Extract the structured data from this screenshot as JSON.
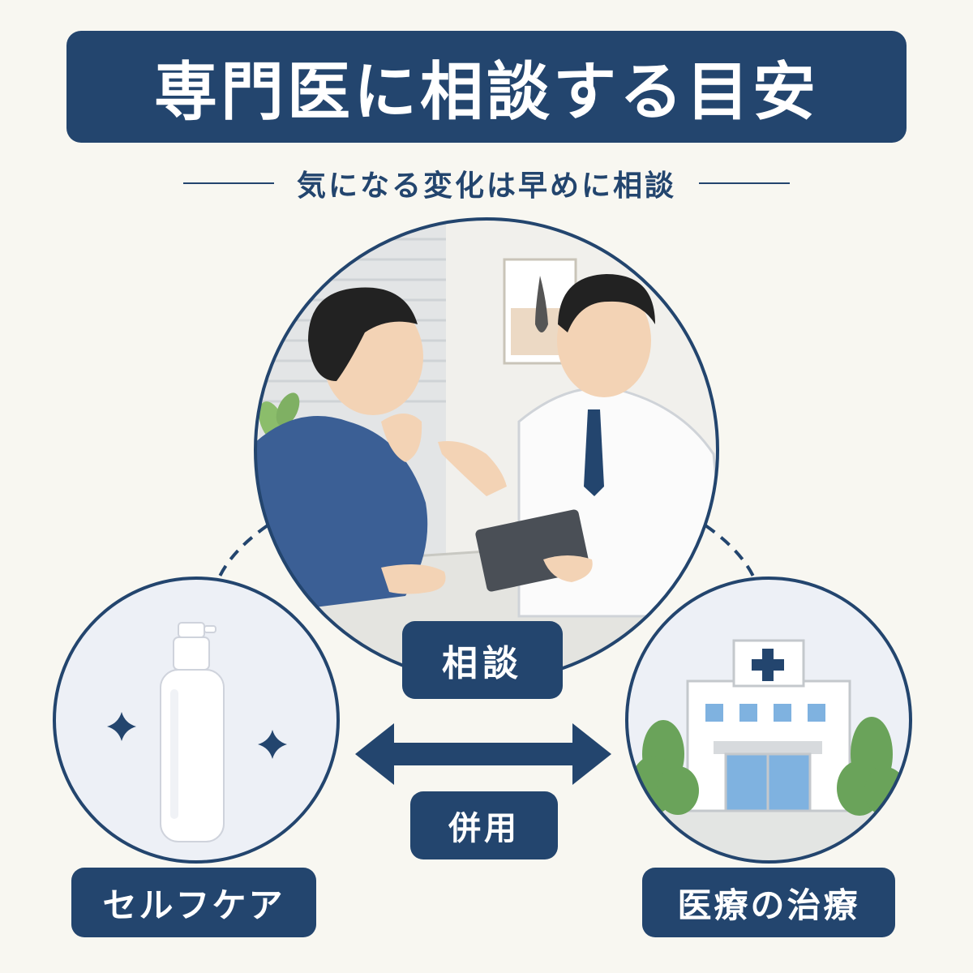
{
  "title": "専門医に相談する目安",
  "subtitle": "気になる変化は早めに相談",
  "nodes": {
    "consult": {
      "label": "相談"
    },
    "selfcare": {
      "label": "セルフケア"
    },
    "medical": {
      "label": "医療の治療"
    }
  },
  "connector_label": "併用",
  "colors": {
    "primary": "#23456e",
    "background": "#f8f7f1",
    "sweater": "#3b5f95",
    "plant": "#6aa35a",
    "window_blue": "#7fb2e0"
  },
  "icons": [
    "spray-bottle-icon",
    "sparkle-icon",
    "hospital-icon",
    "medical-cross-icon",
    "double-arrow-icon"
  ]
}
